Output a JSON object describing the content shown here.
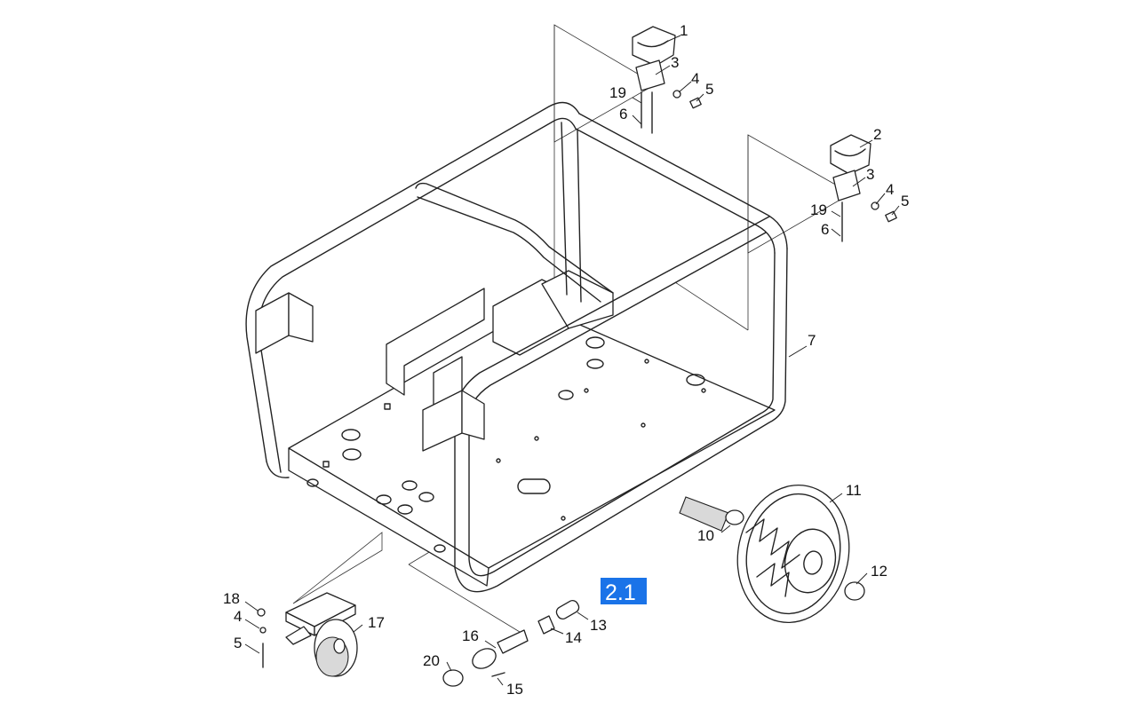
{
  "diagram": {
    "highlight": {
      "label": "2.1",
      "color": "#1a73e8"
    },
    "callouts": [
      {
        "id": "c1",
        "label": "1"
      },
      {
        "id": "c3a",
        "label": "3"
      },
      {
        "id": "c4a",
        "label": "4"
      },
      {
        "id": "c5a",
        "label": "5"
      },
      {
        "id": "c19a",
        "label": "19"
      },
      {
        "id": "c6a",
        "label": "6"
      },
      {
        "id": "c2",
        "label": "2"
      },
      {
        "id": "c3b",
        "label": "3"
      },
      {
        "id": "c4b",
        "label": "4"
      },
      {
        "id": "c5b",
        "label": "5"
      },
      {
        "id": "c19b",
        "label": "19"
      },
      {
        "id": "c6b",
        "label": "6"
      },
      {
        "id": "c7",
        "label": "7"
      },
      {
        "id": "c11",
        "label": "11"
      },
      {
        "id": "c10",
        "label": "10"
      },
      {
        "id": "c12",
        "label": "12"
      },
      {
        "id": "c13",
        "label": "13"
      },
      {
        "id": "c14",
        "label": "14"
      },
      {
        "id": "c16",
        "label": "16"
      },
      {
        "id": "c20",
        "label": "20"
      },
      {
        "id": "c15",
        "label": "15"
      },
      {
        "id": "c18",
        "label": "18"
      },
      {
        "id": "c4c",
        "label": "4"
      },
      {
        "id": "c5c",
        "label": "5"
      },
      {
        "id": "c17",
        "label": "17"
      }
    ]
  }
}
